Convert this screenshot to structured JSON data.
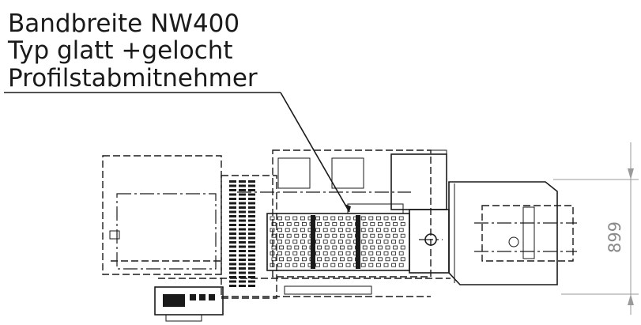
{
  "annotation": {
    "lines": [
      "Bandbreite NW400",
      "Typ glatt +gelocht",
      "Profilstabmitnehmer"
    ]
  },
  "dimension": {
    "value": "899"
  },
  "colors": {
    "ink": "#1a1a1a",
    "dimension": "#8a8a8a"
  }
}
